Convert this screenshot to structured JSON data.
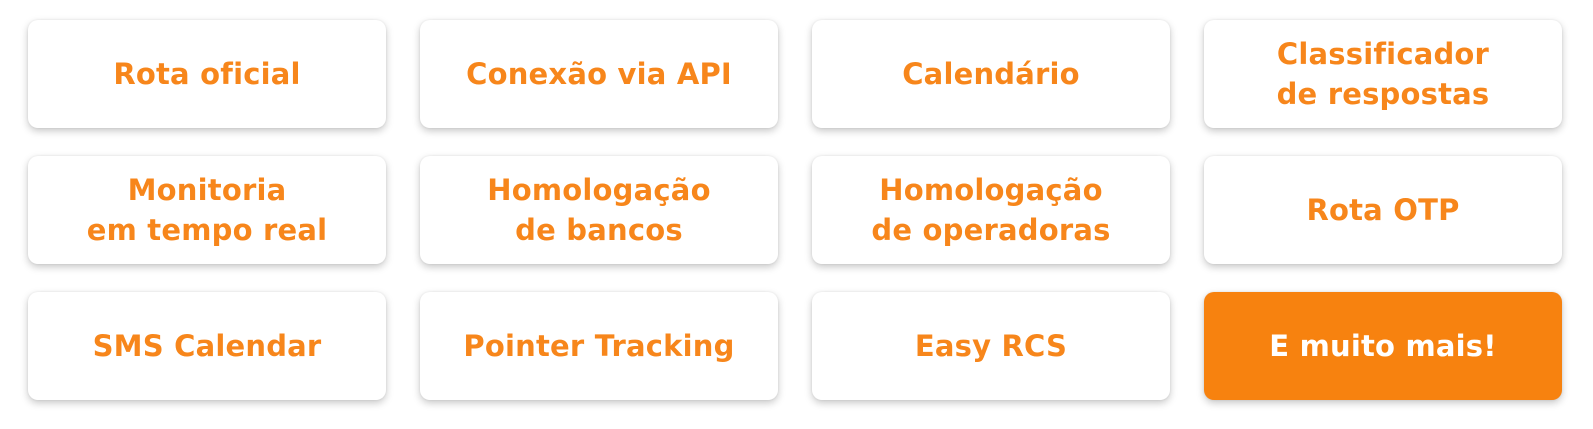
{
  "colors": {
    "accent": "#f7861b",
    "highlight_bg": "#f7820f",
    "card_bg": "#ffffff",
    "highlight_text": "#ffffff"
  },
  "features": [
    {
      "label": "Rota oficial"
    },
    {
      "label": "Conexão via API"
    },
    {
      "label": "Calendário"
    },
    {
      "label": "Classificador\nde respostas"
    },
    {
      "label": "Monitoria\nem tempo real"
    },
    {
      "label": "Homologação\nde bancos"
    },
    {
      "label": "Homologação\nde operadoras"
    },
    {
      "label": "Rota OTP"
    },
    {
      "label": "SMS Calendar"
    },
    {
      "label": "Pointer Tracking"
    },
    {
      "label": "Easy RCS"
    },
    {
      "label": "E muito mais!"
    }
  ]
}
